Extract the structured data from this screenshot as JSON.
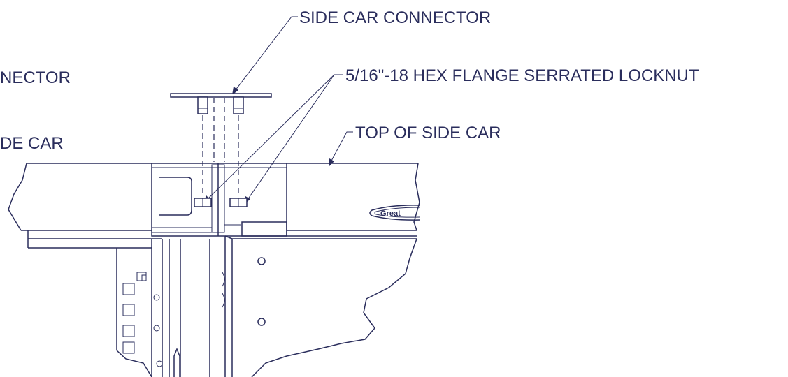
{
  "labels": {
    "side_car_connector": "SIDE CAR CONNECTOR",
    "locknut": "5/16\"-18 HEX FLANGE SERRATED LOCKNUT",
    "top_of_side_car": "TOP OF SIDE CAR",
    "connector_partial": "NECTOR",
    "side_car_partial": "DE CAR"
  },
  "logo_text": "Great",
  "colors": {
    "line": "#2a2d5c",
    "background": "#ffffff"
  }
}
